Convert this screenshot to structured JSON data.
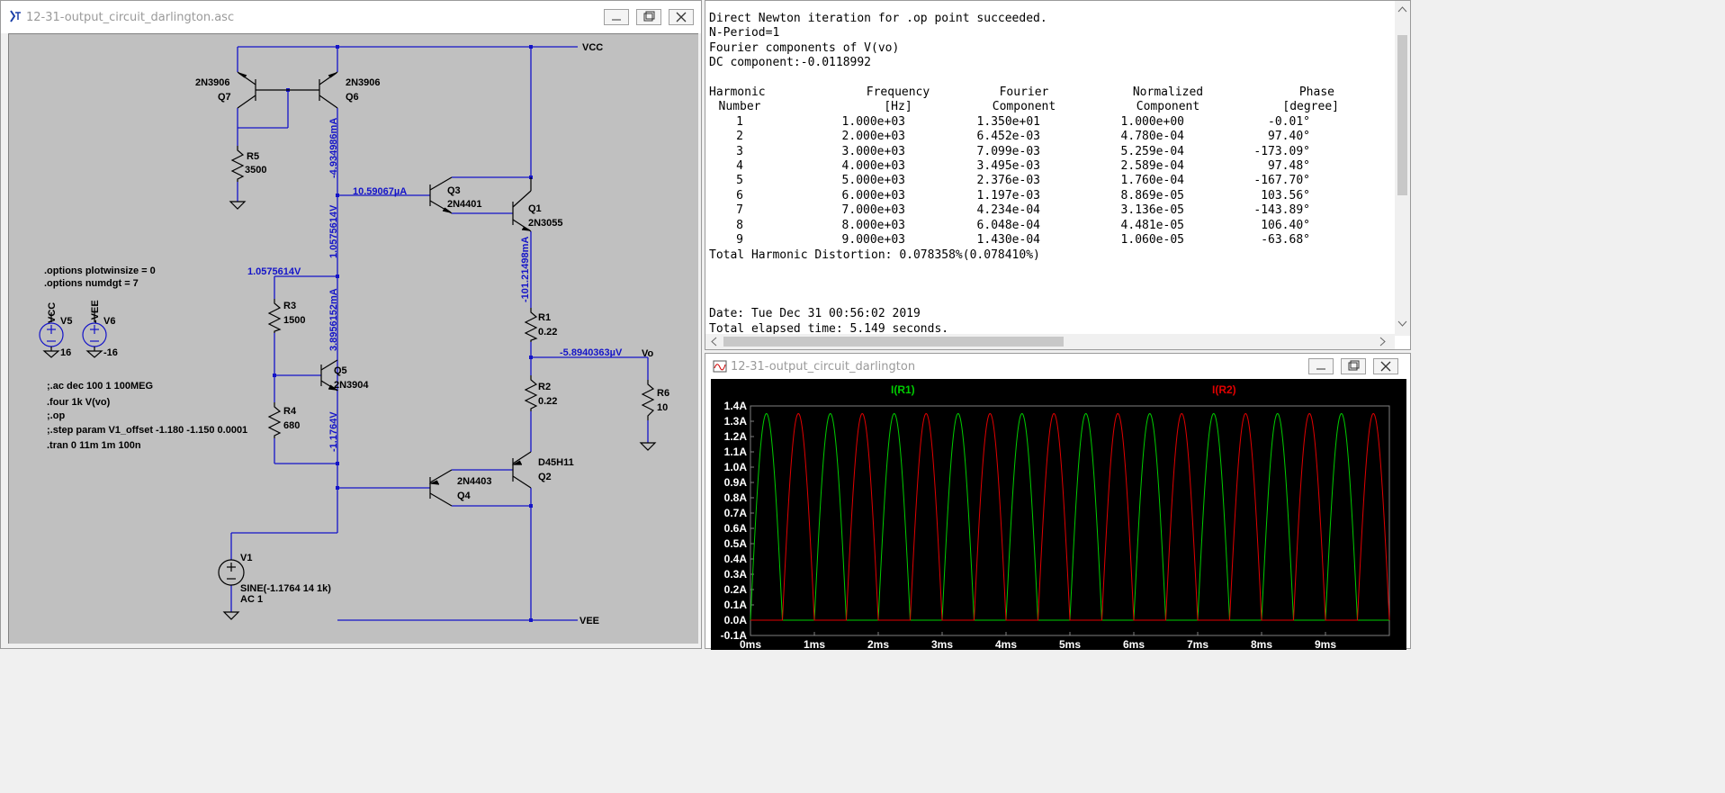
{
  "schematic_window": {
    "title": "12-31-output_circuit_darlington.asc",
    "labels": {
      "vcc_net": "VCC",
      "vee_net": "VEE",
      "vo_net": "Vo",
      "q7_model": "2N3906",
      "q7_name": "Q7",
      "q6_model": "2N3906",
      "q6_name": "Q6",
      "r5_name": "R5",
      "r5_value": "3500",
      "q3_name": "Q3",
      "q3_model": "2N4401",
      "q1_name": "Q1",
      "q1_model": "2N3055",
      "r3_name": "R3",
      "r3_value": "1500",
      "q5_name": "Q5",
      "q5_model": "2N3904",
      "r4_name": "R4",
      "r4_value": "680",
      "r1_name": "R1",
      "r1_value": "0.22",
      "r2_name": "R2",
      "r2_value": "0.22",
      "r6_name": "R6",
      "r6_value": "10",
      "q4_model": "2N4403",
      "q4_name": "Q4",
      "q2_model": "D45H11",
      "q2_name": "Q2",
      "v5_name": "V5",
      "v5_net": "VCC",
      "v5_value": "16",
      "v6_name": "V6",
      "v6_net": "-VEE",
      "v6_value": "-16",
      "v1_name": "V1",
      "v1_value": "SINE(-1.1764 14 1k)",
      "v1_ac": "AC 1"
    },
    "annotations": {
      "q6_current": "-4.934986mA",
      "q3_base_current": "10.59067µA",
      "node_voltage_1": "1.0575614V",
      "node_voltage_2": "1.0575614V",
      "r3_current": "3.8956152mA",
      "q5_current": "-1.1764V",
      "q1_current": "-101.21498mA",
      "vo_voltage": "-5.8940363µV"
    },
    "directives": [
      ".options plotwinsize = 0",
      ".options numdgt = 7",
      ";.ac dec 100 1 100MEG",
      ".four 1k V(vo)",
      ";.op",
      ";.step param V1_offset -1.180 -1.150 0.0001",
      ".tran 0 11m 1m 100n"
    ]
  },
  "log_window": {
    "line1": "Direct Newton iteration for .op point succeeded.",
    "line2": "N-Period=1",
    "line3": "Fourier components of V(vo)",
    "line4": "DC component:-0.0118992",
    "header1": [
      "Harmonic",
      "Frequency",
      "Fourier",
      "Normalized",
      "Phase"
    ],
    "header2": [
      "Number",
      "[Hz]",
      "Component",
      "Component",
      "[degree]"
    ],
    "rows": [
      [
        "1",
        "1.000e+03",
        "1.350e+01",
        "1.000e+00",
        "-0.01°"
      ],
      [
        "2",
        "2.000e+03",
        "6.452e-03",
        "4.780e-04",
        "97.40°"
      ],
      [
        "3",
        "3.000e+03",
        "7.099e-03",
        "5.259e-04",
        "-173.09°"
      ],
      [
        "4",
        "4.000e+03",
        "3.495e-03",
        "2.589e-04",
        "97.48°"
      ],
      [
        "5",
        "5.000e+03",
        "2.376e-03",
        "1.760e-04",
        "-167.70°"
      ],
      [
        "6",
        "6.000e+03",
        "1.197e-03",
        "8.869e-05",
        "103.56°"
      ],
      [
        "7",
        "7.000e+03",
        "4.234e-04",
        "3.136e-05",
        "-143.89°"
      ],
      [
        "8",
        "8.000e+03",
        "6.048e-04",
        "4.481e-05",
        "106.40°"
      ],
      [
        "9",
        "9.000e+03",
        "1.430e-04",
        "1.060e-05",
        "-63.68°"
      ]
    ],
    "thd": "Total Harmonic Distortion: 0.078358%(0.078410%)",
    "date": "Date: Tue Dec 31 00:56:02 2019",
    "elapsed": "Total elapsed time: 5.149 seconds."
  },
  "plot_window": {
    "title": "12-31-output_circuit_darlington",
    "trace1_label": "I(R1)",
    "trace2_label": "I(R2)",
    "trace1_color": "#00cc00",
    "trace2_color": "#e00000",
    "y_ticks": [
      "1.4A",
      "1.3A",
      "1.2A",
      "1.1A",
      "1.0A",
      "0.9A",
      "0.8A",
      "0.7A",
      "0.6A",
      "0.5A",
      "0.4A",
      "0.3A",
      "0.2A",
      "0.1A",
      "0.0A",
      "-0.1A"
    ],
    "x_ticks": [
      "0ms",
      "1ms",
      "2ms",
      "3ms",
      "4ms",
      "5ms",
      "6ms",
      "7ms",
      "8ms",
      "9ms"
    ]
  },
  "chart_data": {
    "type": "line",
    "x_unit": "ms",
    "xlim": [
      0,
      10
    ],
    "ylim": [
      -0.1,
      1.4
    ],
    "series": [
      {
        "name": "I(R1)",
        "period_ms": 1.0,
        "peak_ms": 0.25,
        "peak_A": 1.35,
        "baseline_A": 0.0
      },
      {
        "name": "I(R2)",
        "period_ms": 1.0,
        "peak_ms": 0.75,
        "peak_A": 1.35,
        "baseline_A": 0.0
      }
    ]
  },
  "colors": {
    "canvas_bg": "#c0c0c0",
    "wire": "#1414c8",
    "annotation": "#1414c8",
    "component": "#000000",
    "plot_bg": "#000000",
    "plot_grid": "#808080"
  }
}
